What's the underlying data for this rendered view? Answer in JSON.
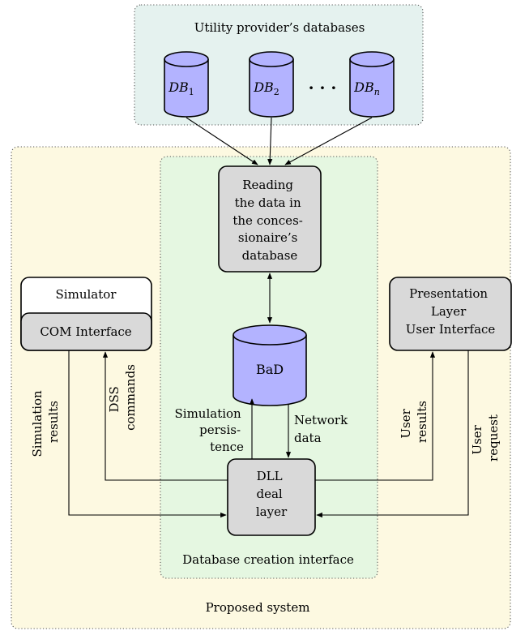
{
  "regions": {
    "utility": {
      "label": "Utility provider’s databases",
      "color": "#e5f2ef"
    },
    "proposed": {
      "label": "Proposed system",
      "color": "#fdf9e1"
    },
    "database_creation": {
      "label": "Database creation interface",
      "color": "#e5f7e1"
    }
  },
  "databases": {
    "db1": {
      "base": "DB",
      "sub": "1"
    },
    "db2": {
      "base": "DB",
      "sub": "2"
    },
    "dbn": {
      "base": "DB",
      "sub": "n"
    },
    "ellipsis": "· · ·",
    "bad": "BaD"
  },
  "boxes": {
    "reading": [
      "Reading",
      "the data in",
      "the conces-",
      "sionaire’s",
      "database"
    ],
    "simulator": "Simulator",
    "com_interface": "COM Interface",
    "presentation": [
      "Presentation",
      "Layer",
      "User Interface"
    ],
    "dll": [
      "DLL",
      "deal",
      "layer"
    ]
  },
  "edge_labels": {
    "simulation_results": [
      "Simulation",
      "results"
    ],
    "dss_commands": [
      "DSS",
      "commands"
    ],
    "simulation_persistence": [
      "Simulation",
      "persis-",
      "tence"
    ],
    "network_data": [
      "Network",
      "data"
    ],
    "user_results": [
      "User",
      "results"
    ],
    "user_request": [
      "User",
      "request"
    ]
  },
  "colors": {
    "box_fill": "#d9d9d9",
    "database_fill": "#b3b3ff"
  }
}
